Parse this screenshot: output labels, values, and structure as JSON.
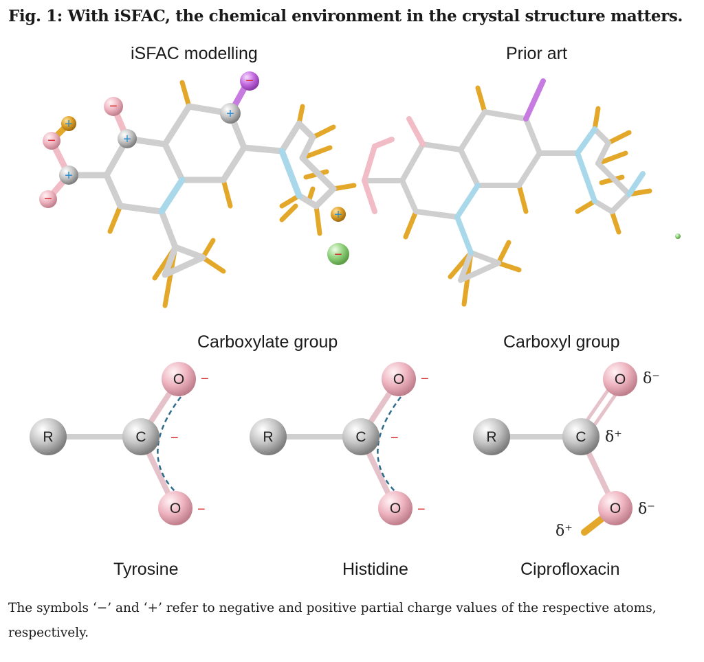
{
  "figure": {
    "title": "Fig. 1: With iSFAC, the chemical environment in the crystal structure matters.",
    "caption": "The symbols ‘−’ and ‘+’ refer to negative and positive partial charge values of the respective atoms, respectively."
  },
  "panels": {
    "top_left": "iSFAC modelling",
    "top_right": "Prior art",
    "mid_left": "Carboxylate group",
    "mid_right": "Carboxyl group"
  },
  "structures": [
    {
      "label": "Tyrosine",
      "atoms": [
        "R",
        "C",
        "O",
        "O"
      ],
      "charges": [
        "−",
        "−",
        "−"
      ]
    },
    {
      "label": "Histidine",
      "atoms": [
        "R",
        "C",
        "O",
        "O"
      ],
      "charges": [
        "−",
        "−",
        "−"
      ]
    },
    {
      "label": "Ciprofloxacin",
      "atoms": [
        "R",
        "C",
        "O",
        "O"
      ],
      "charges": [
        "δ⁻",
        "δ⁺",
        "δ⁻",
        "δ⁺"
      ]
    }
  ],
  "symbols": {
    "minus": "−",
    "plus": "+"
  },
  "colors": {
    "carbon": "#c9c9c9",
    "oxygen": "#f2bcc7",
    "nitrogen": "#a8d8ea",
    "hydrogen": "#e3a82a",
    "fluorine": "#c77be0",
    "chlorine": "#8fd07a",
    "negative": "#d7282c",
    "positive": "#2a8fd0",
    "dashed": "#2f6a8f"
  }
}
